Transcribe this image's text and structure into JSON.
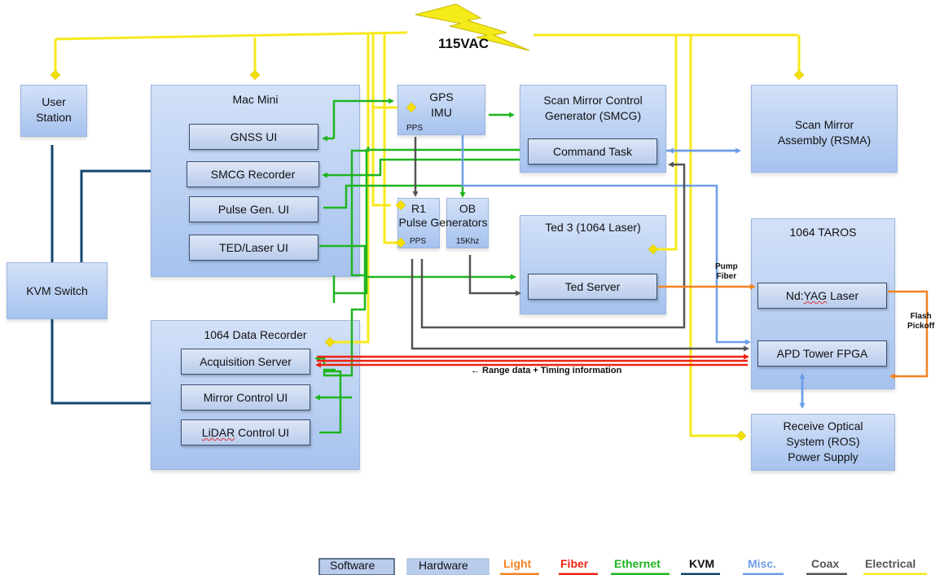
{
  "power": {
    "label": "115VAC"
  },
  "boxes": {
    "user_station": "User\nStation",
    "mac_mini": "Mac Mini",
    "gnss_ui": "GNSS UI",
    "smcg_recorder": "SMCG Recorder",
    "pulse_gen_ui": "Pulse Gen. UI",
    "ted_laser_ui": "TED/Laser UI",
    "kvm_switch": "KVM Switch",
    "data_recorder": "1064 Data Recorder",
    "acquisition_server": "Acquisition Server",
    "mirror_control_ui": "Mirror Control UI",
    "lidar_control_ui_prefix": "LiDAR",
    "lidar_control_ui_suffix": " Control UI",
    "gps_imu": "GPS\nIMU",
    "gps_pps": "PPS",
    "r1": "R1",
    "ob": "OB",
    "pulse_generators": "Pulse Generators",
    "r1_pps": "PPS",
    "ob_15khz": "15Khz",
    "scan_mirror_control": "Scan Mirror Control\nGenerator (SMCG)",
    "command_task": "Command Task",
    "ted3": "Ted 3 (1064 Laser)",
    "ted_server": "Ted Server",
    "scan_mirror_assembly": "Scan Mirror\nAssembly (RSMA)",
    "taros": "1064 TAROS",
    "ndyag_prefix": "Nd:",
    "ndyag_squig": "YAG",
    "ndyag_suffix": " Laser",
    "apd_tower": "APD Tower FPGA",
    "ros": "Receive Optical\nSystem (ROS)\nPower Supply"
  },
  "annotations": {
    "pump_fiber": "Pump\nFiber",
    "flash_pickoff": "Flash\nPickoff",
    "range_data": "← Range data + Timing information"
  },
  "legend": {
    "software": "Software",
    "hardware": "Hardware",
    "light": "Light",
    "fiber": "Fiber",
    "ethernet": "Ethernet",
    "kvm": "KVM",
    "misc": "Misc.",
    "coax": "Coax",
    "electrical": "Electrical"
  },
  "colors": {
    "light": "#f58220",
    "fiber": "#ee2211",
    "ethernet": "#1fb51f",
    "kvm": "#12466e",
    "misc": "#6d9ee8",
    "coax": "#555555",
    "electrical": "#f7e91e",
    "bolt": "#f5ea1a"
  }
}
